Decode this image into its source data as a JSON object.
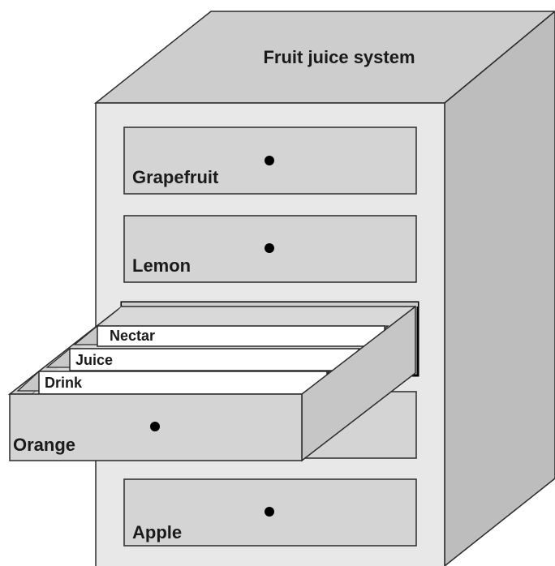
{
  "title": "Fruit juice system",
  "drawers": [
    {
      "label": "Grapefruit"
    },
    {
      "label": "Lemon"
    },
    {
      "label": "Orange"
    },
    {
      "label": "Apple"
    }
  ],
  "folders": [
    {
      "label": "Nectar"
    },
    {
      "label": "Juice"
    },
    {
      "label": "Drink"
    }
  ],
  "colors": {
    "cabinet_front": "#e8e8e8",
    "cabinet_top": "#cdcdcd",
    "cabinet_side": "#bdbdbd",
    "drawer_face": "#d4d4d4",
    "outline": "#2a2a2a",
    "folder": "#ffffff",
    "knob": "#000000"
  }
}
